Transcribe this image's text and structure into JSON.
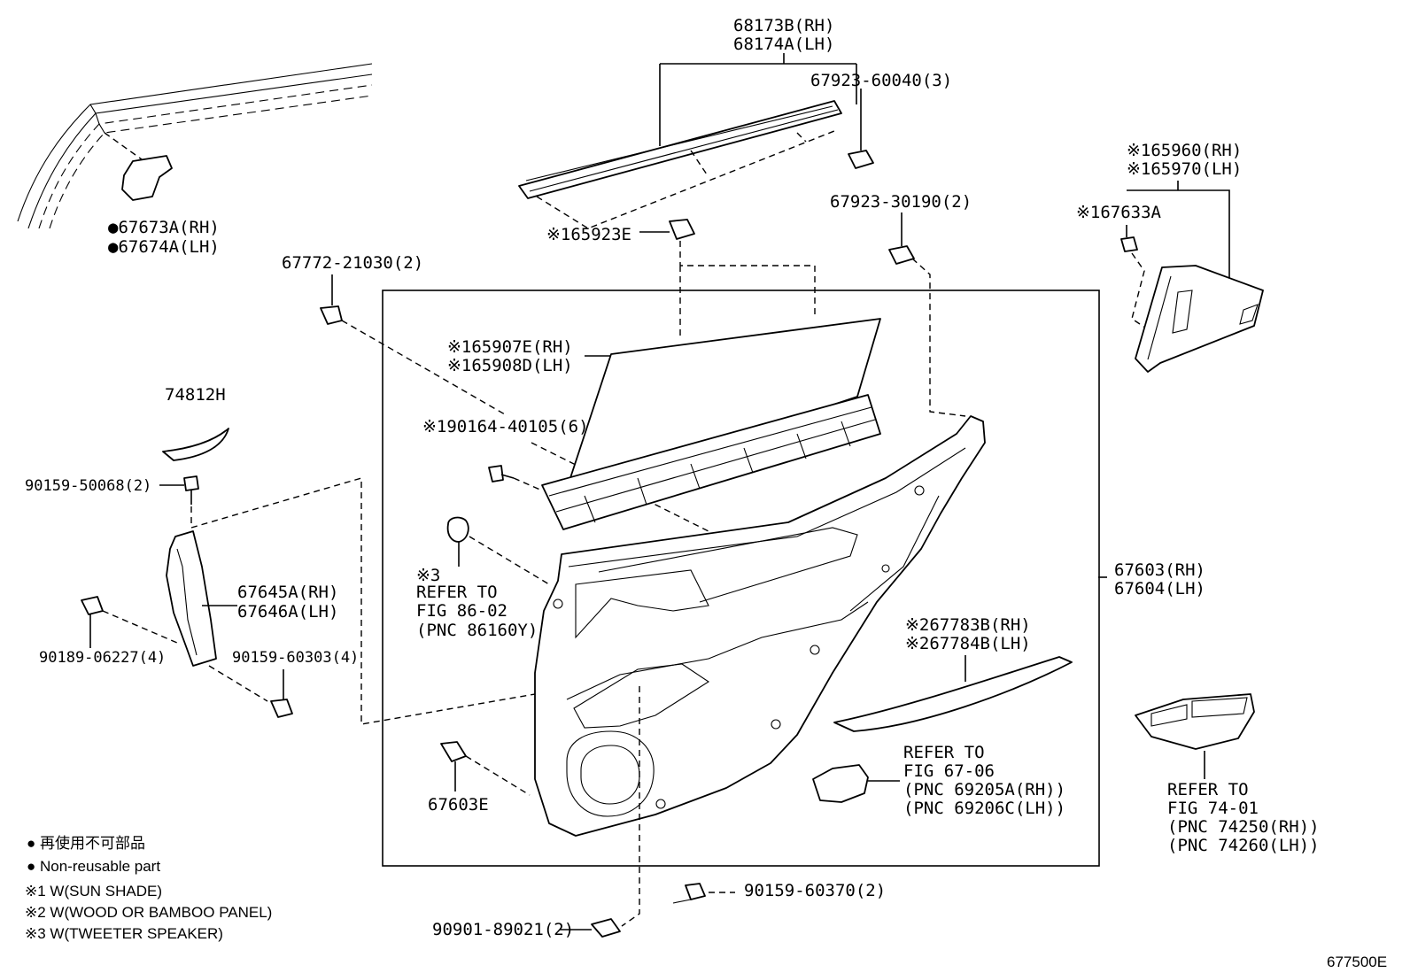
{
  "labels": {
    "p68173": "68173B(RH)",
    "p68174": "68174A(LH)",
    "p67923_60040": "67923-60040(3)",
    "p67673": "●67673A(RH)",
    "p67674": "●67674A(LH)",
    "p65923": "※165923E",
    "p67923_30190": "67923-30190(2)",
    "p65960": "※165960(RH)",
    "p65970": "※165970(LH)",
    "p67633": "※167633A",
    "p67772": "67772-21030(2)",
    "p65907": "※165907E(RH)",
    "p65908": "※165908D(LH)",
    "p74812": "74812H",
    "p90164": "※190164-40105(6)",
    "p90159_50068": "90159-50068(2)",
    "ref86_1": "※3",
    "ref86_2": "REFER TO",
    "ref86_3": "FIG 86-02",
    "ref86_4": "(PNC 86160Y)",
    "p67645": "67645A(RH)",
    "p67646": "67646A(LH)",
    "p67603rh": "67603(RH)",
    "p67604lh": "67604(LH)",
    "p67783": "※267783B(RH)",
    "p67784": "※267784B(LH)",
    "p90189": "90189-06227(4)",
    "p90159_60303": "90159-60303(4)",
    "ref67_1": "REFER TO",
    "ref67_2": "FIG 67-06",
    "ref67_3": "(PNC 69205A(RH))",
    "ref67_4": "(PNC 69206C(LH))",
    "ref74_1": "REFER TO",
    "ref74_2": "FIG 74-01",
    "ref74_3": "(PNC 74250(RH))",
    "ref74_4": "(PNC 74260(LH))",
    "p67603e": "67603E",
    "p90159_60370": "90159-60370(2)",
    "p90901": "90901-89021(2)",
    "diagram_code": "677500E"
  },
  "legend": {
    "item1": "● 再使用不可部品",
    "item2": "● Non-reusable part",
    "item3": "※1 W(SUN SHADE)",
    "item4": "※2 W(WOOD OR BAMBOO PANEL)",
    "item5": "※3 W(TWEETER SPEAKER)"
  }
}
